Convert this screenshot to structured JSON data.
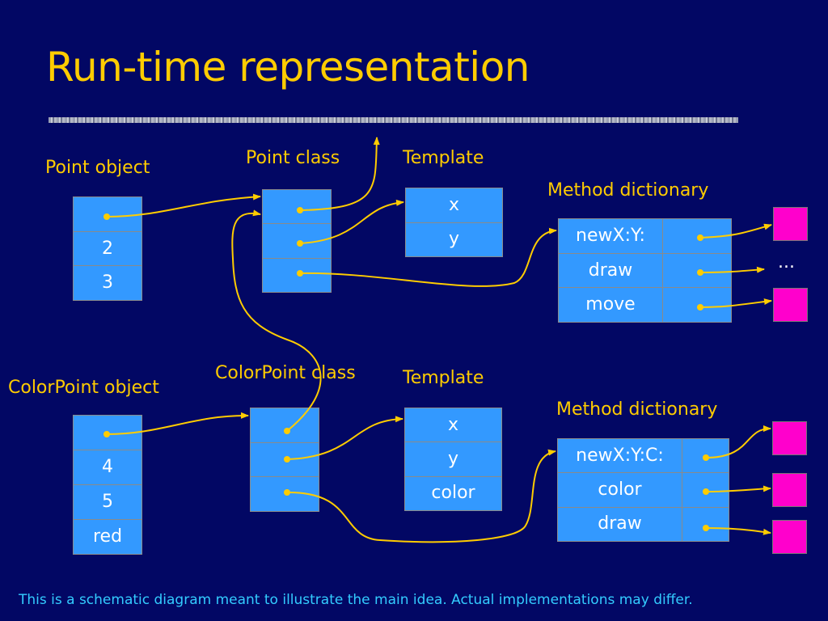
{
  "title": "Run-time representation",
  "labels": {
    "point_object": "Point object",
    "point_class": "Point class",
    "template_top": "Template",
    "method_dictionary_top": "Method dictionary",
    "colorpoint_object": "ColorPoint object",
    "colorpoint_class": "ColorPoint class",
    "template_bottom": "Template",
    "method_dictionary_bottom": "Method dictionary"
  },
  "point_object": {
    "fields": [
      "",
      "2",
      "3"
    ]
  },
  "point_template": {
    "fields": [
      "x",
      "y"
    ]
  },
  "point_methods": {
    "entries": [
      "newX:Y:",
      "draw",
      "move"
    ]
  },
  "ellipsis": "...",
  "colorpoint_object": {
    "fields": [
      "",
      "4",
      "5",
      "red"
    ]
  },
  "colorpoint_template": {
    "fields": [
      "x",
      "y",
      "color"
    ]
  },
  "colorpoint_methods": {
    "entries": [
      "newX:Y:C:",
      "color",
      "draw"
    ]
  },
  "footer": "This is a schematic diagram meant to illustrate the main idea. Actual implementations may differ.",
  "colors": {
    "background": "#020764",
    "accent": "#FFCC00",
    "cell": "#3399FF",
    "method_code": "#FF00CC",
    "footer": "#33CCFF"
  }
}
